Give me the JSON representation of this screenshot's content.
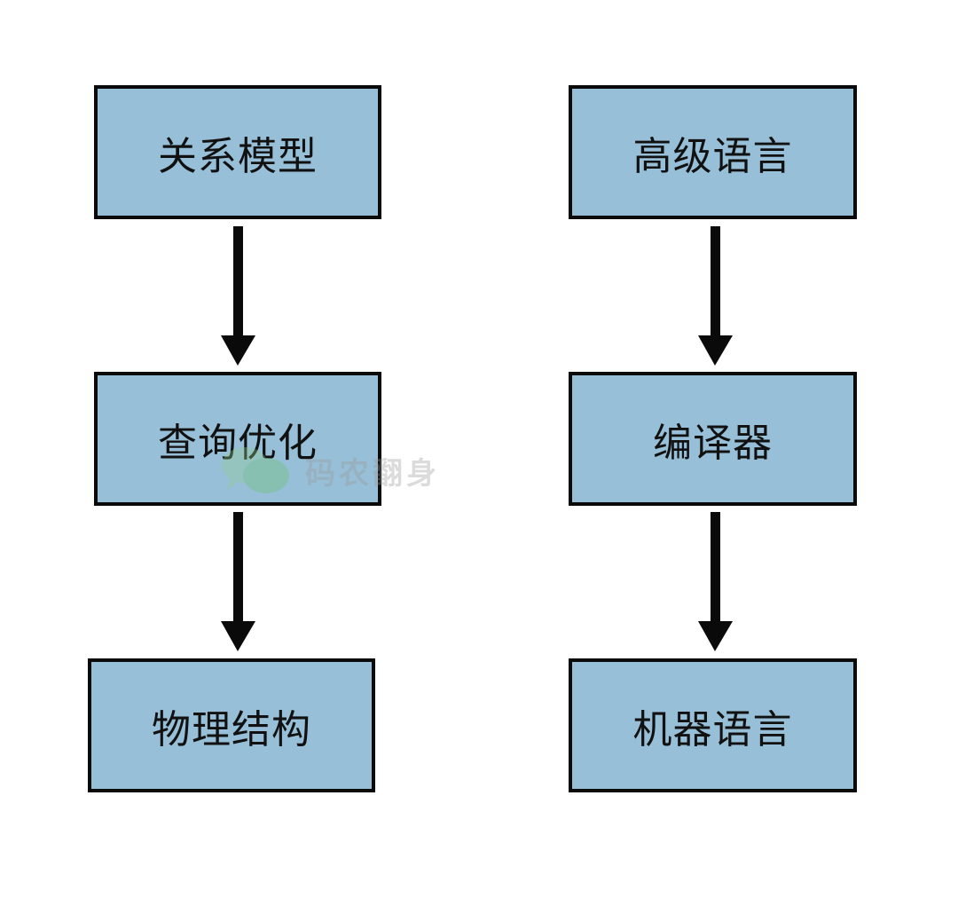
{
  "flows": [
    {
      "nodes": [
        "关系模型",
        "查询优化",
        "物理结构"
      ]
    },
    {
      "nodes": [
        "高级语言",
        "编译器",
        "机器语言"
      ]
    }
  ],
  "watermark": {
    "icon": "chat-bubbles-icon",
    "text": "码农翻身"
  },
  "colors": {
    "box_fill": "#97bfd7",
    "stroke": "#0a0a0a",
    "watermark": "#9a9a9a"
  }
}
